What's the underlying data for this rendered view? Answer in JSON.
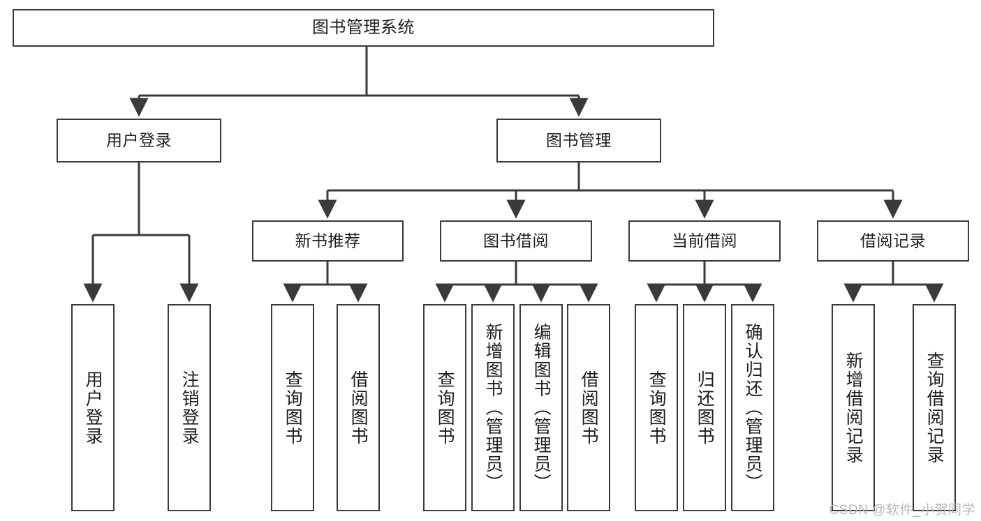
{
  "diagram": {
    "title": "图书管理系统",
    "type": "tree-hierarchy-diagram",
    "root": {
      "label": "图书管理系统"
    },
    "level2": [
      {
        "label": "用户登录"
      },
      {
        "label": "图书管理"
      }
    ],
    "level3": [
      {
        "label": "新书推荐"
      },
      {
        "label": "图书借阅"
      },
      {
        "label": "当前借阅"
      },
      {
        "label": "借阅记录"
      }
    ],
    "leaves": {
      "user_login": [
        {
          "label": "用户登录"
        },
        {
          "label": "注销登录"
        }
      ],
      "new_book_recommend": [
        {
          "label": "查询图书"
        },
        {
          "label": "借阅图书"
        }
      ],
      "book_borrow": [
        {
          "label": "查询图书"
        },
        {
          "label": "新增图书（管理员）"
        },
        {
          "label": "编辑图书（管理员）"
        },
        {
          "label": "借阅图书"
        }
      ],
      "current_borrow": [
        {
          "label": "查询图书"
        },
        {
          "label": "归还图书"
        },
        {
          "label": "确认归还（管理员）"
        }
      ],
      "borrow_record": [
        {
          "label": "新增借阅记录"
        },
        {
          "label": "查询借阅记录"
        }
      ]
    }
  },
  "watermark": {
    "text": "CSDN @软件_小贺同学"
  },
  "colors": {
    "border": "#3a3a3a",
    "background": "#ffffff",
    "text": "#1d1d1d",
    "watermark": "#b8b8b8"
  }
}
